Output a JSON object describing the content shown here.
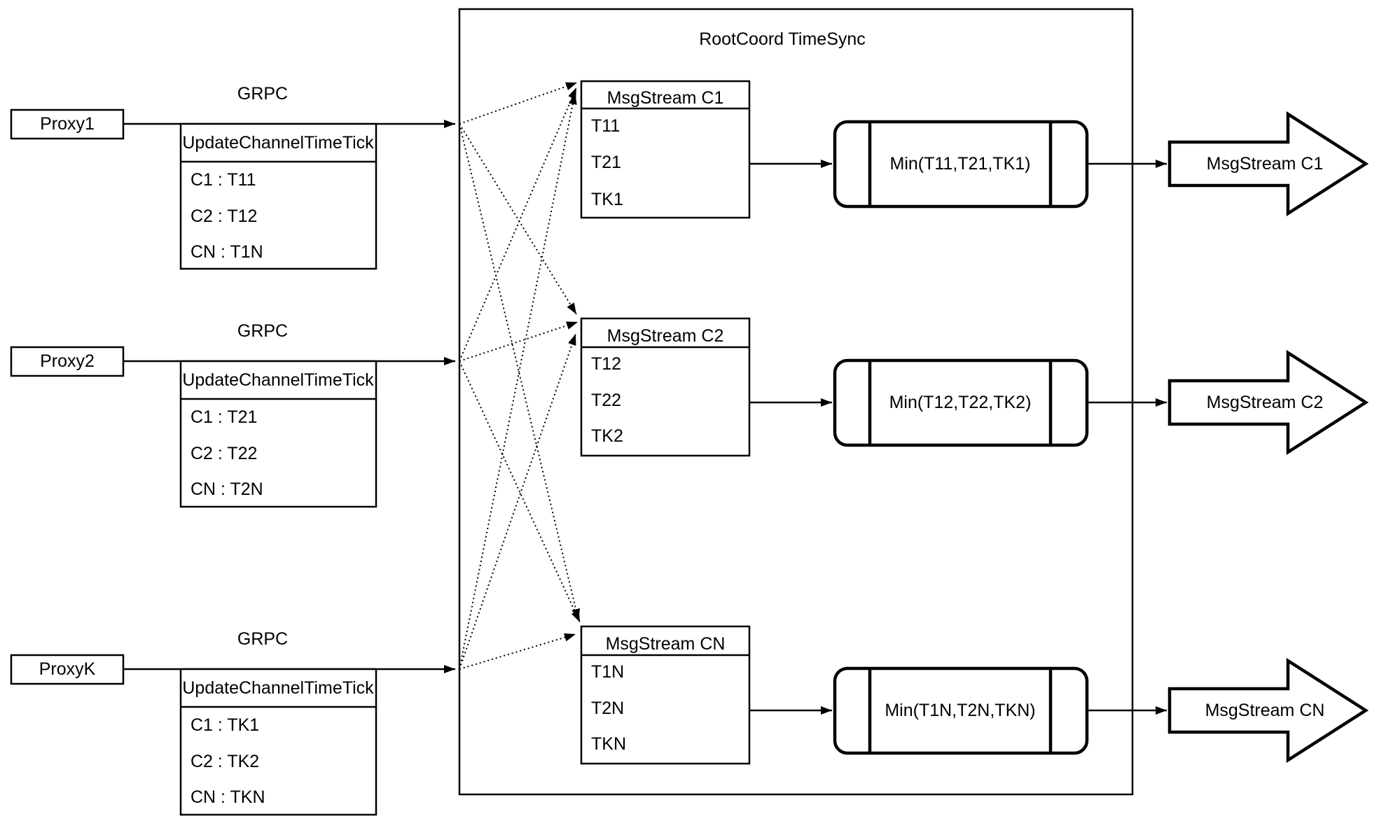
{
  "diagram": {
    "title": "RootCoord TimeSync",
    "grpc_label": "GRPC",
    "proxies": [
      {
        "name": "Proxy1",
        "message": {
          "title": "UpdateChannelTimeTick",
          "rows": [
            "C1 : T11",
            "C2 : T12",
            "CN : T1N"
          ]
        }
      },
      {
        "name": "Proxy2",
        "message": {
          "title": "UpdateChannelTimeTick",
          "rows": [
            "C1 : T21",
            "C2 : T22",
            "CN : T2N"
          ]
        }
      },
      {
        "name": "ProxyK",
        "message": {
          "title": "UpdateChannelTimeTick",
          "rows": [
            "C1 : TK1",
            "C2 : TK2",
            "CN : TKN"
          ]
        }
      }
    ],
    "streams": [
      {
        "table_title": "MsgStream C1",
        "rows": [
          "T11",
          "T21",
          "TK1"
        ],
        "min_label": "Min(T11,T21,TK1)",
        "output_label": "MsgStream C1"
      },
      {
        "table_title": "MsgStream C2",
        "rows": [
          "T12",
          "T22",
          "TK2"
        ],
        "min_label": "Min(T12,T22,TK2)",
        "output_label": "MsgStream C2"
      },
      {
        "table_title": "MsgStream CN",
        "rows": [
          "T1N",
          "T2N",
          "TKN"
        ],
        "min_label": "Min(T1N,T2N,TKN)",
        "output_label": "MsgStream CN"
      }
    ],
    "colors": {
      "stroke": "#000000",
      "background": "#ffffff"
    }
  }
}
